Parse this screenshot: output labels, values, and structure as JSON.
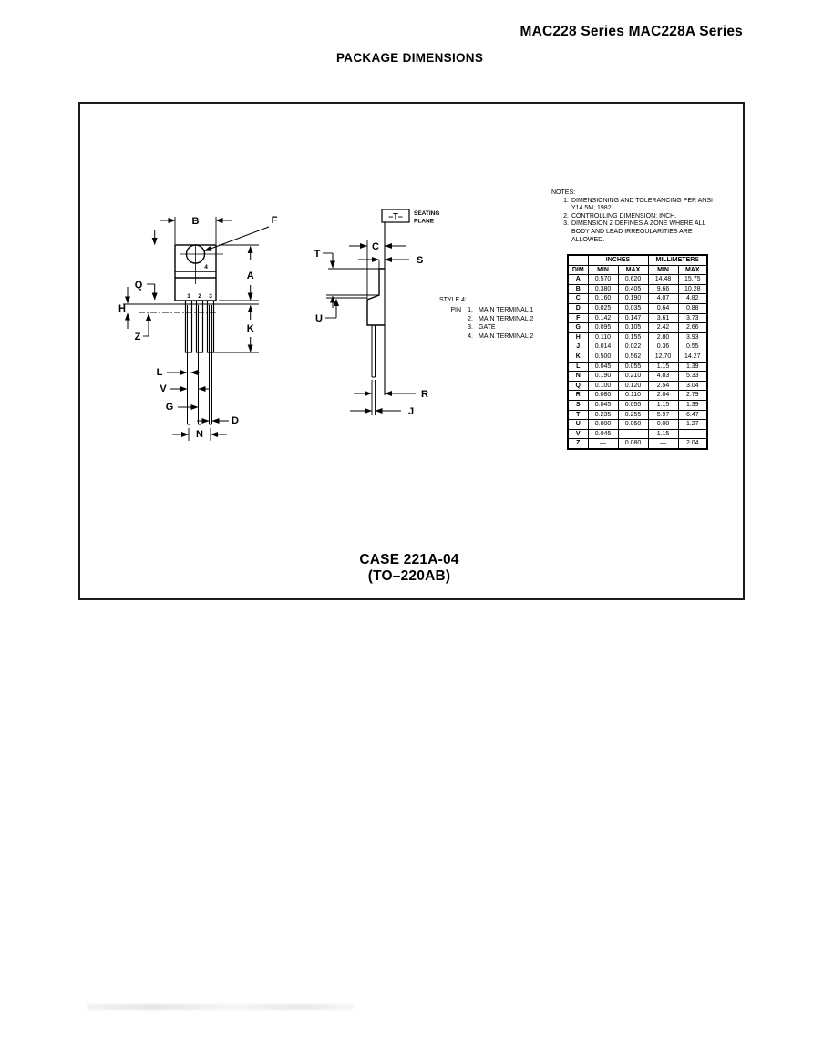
{
  "page": {
    "header": "MAC228 Series MAC228A Series",
    "title": "PACKAGE DIMENSIONS"
  },
  "notes": {
    "heading": "NOTES:",
    "items": [
      {
        "num": "1.",
        "text": "DIMENSIONING AND TOLERANCING PER ANSI Y14.5M, 1982."
      },
      {
        "num": "2.",
        "text": "CONTROLLING DIMENSION: INCH."
      },
      {
        "num": "3.",
        "text": "DIMENSION Z DEFINES A ZONE WHERE ALL BODY AND LEAD IRREGULARITIES ARE ALLOWED."
      }
    ]
  },
  "dim_table": {
    "group_headers": [
      "INCHES",
      "MILLIMETERS"
    ],
    "col_headers": [
      "DIM",
      "MIN",
      "MAX",
      "MIN",
      "MAX"
    ],
    "rows": [
      [
        "A",
        "0.570",
        "0.620",
        "14.48",
        "15.75"
      ],
      [
        "B",
        "0.380",
        "0.405",
        "9.66",
        "10.28"
      ],
      [
        "C",
        "0.160",
        "0.190",
        "4.07",
        "4.82"
      ],
      [
        "D",
        "0.025",
        "0.035",
        "0.64",
        "0.88"
      ],
      [
        "F",
        "0.142",
        "0.147",
        "3.61",
        "3.73"
      ],
      [
        "G",
        "0.095",
        "0.105",
        "2.42",
        "2.66"
      ],
      [
        "H",
        "0.110",
        "0.155",
        "2.80",
        "3.93"
      ],
      [
        "J",
        "0.014",
        "0.022",
        "0.36",
        "0.55"
      ],
      [
        "K",
        "0.500",
        "0.562",
        "12.70",
        "14.27"
      ],
      [
        "L",
        "0.045",
        "0.055",
        "1.15",
        "1.39"
      ],
      [
        "N",
        "0.190",
        "0.210",
        "4.83",
        "5.33"
      ],
      [
        "Q",
        "0.100",
        "0.120",
        "2.54",
        "3.04"
      ],
      [
        "R",
        "0.080",
        "0.110",
        "2.04",
        "2.79"
      ],
      [
        "S",
        "0.045",
        "0.055",
        "1.15",
        "1.39"
      ],
      [
        "T",
        "0.235",
        "0.255",
        "5.97",
        "6.47"
      ],
      [
        "U",
        "0.000",
        "0.050",
        "0.00",
        "1.27"
      ],
      [
        "V",
        "0.045",
        "—",
        "1.15",
        "—"
      ],
      [
        "Z",
        "—",
        "0.080",
        "—",
        "2.04"
      ]
    ]
  },
  "style4": {
    "heading": "STYLE 4:",
    "pin_prefix": "PIN",
    "pins": [
      {
        "num": "1.",
        "label": "MAIN TERMINAL 1"
      },
      {
        "num": "2.",
        "label": "MAIN TERMINAL 2"
      },
      {
        "num": "3.",
        "label": "GATE"
      },
      {
        "num": "4.",
        "label": "MAIN TERMINAL 2"
      }
    ]
  },
  "drawing": {
    "seating_plane_symbol": "–T–",
    "seating_plane_line1": "SEATING",
    "seating_plane_line2": "PLANE",
    "front_labels": {
      "B": "B",
      "F": "F",
      "Q": "Q",
      "A": "A",
      "H": "H",
      "K": "K",
      "Z": "Z",
      "L": "L",
      "V": "V",
      "G": "G",
      "D": "D",
      "N": "N"
    },
    "side_labels": {
      "T": "T",
      "C": "C",
      "S": "S",
      "U": "U",
      "R": "R",
      "J": "J"
    },
    "pin_numbers": [
      "1",
      "2",
      "3",
      "4"
    ]
  },
  "case": {
    "line1": "CASE 221A-04",
    "line2": "(TO–220AB)"
  }
}
